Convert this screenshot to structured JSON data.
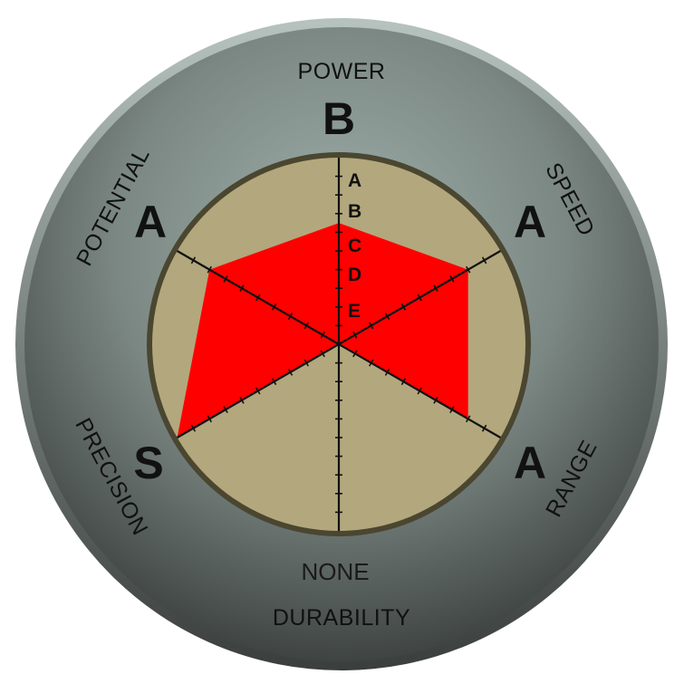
{
  "chart_data": {
    "type": "radar",
    "title": "",
    "scale": [
      "A",
      "B",
      "C",
      "D",
      "E"
    ],
    "axes": [
      {
        "name": "POWER",
        "rating": "B"
      },
      {
        "name": "SPEED",
        "rating": "A"
      },
      {
        "name": "RANGE",
        "rating": "A"
      },
      {
        "name": "DURABILITY",
        "rating": "NONE"
      },
      {
        "name": "PRECISION",
        "rating": "S"
      },
      {
        "name": "POTENTIAL",
        "rating": "A"
      }
    ],
    "values": [
      0.65,
      0.8,
      0.8,
      0,
      1.0,
      0.8
    ],
    "grid": true,
    "ticks_per_axis": 10
  },
  "colors": {
    "fill": "#ff0000",
    "inner_disc": "#b3a77d",
    "outer_disc": "#7f8a86",
    "axis_lines": "#111111"
  }
}
